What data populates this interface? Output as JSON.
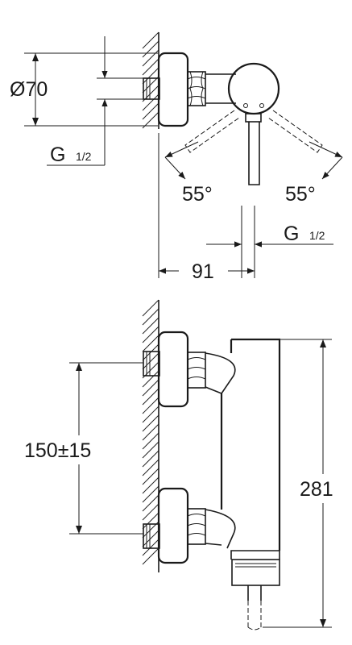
{
  "top_view": {
    "diameter_label": "Ø70",
    "thread_label": "G",
    "thread_fraction": "1/2",
    "angle_left": "55°",
    "angle_right": "55°",
    "thread_right_label": "G",
    "thread_right_fraction": "1/2",
    "depth_label": "91"
  },
  "front_view": {
    "spacing_label": "150±15",
    "height_label": "281"
  }
}
